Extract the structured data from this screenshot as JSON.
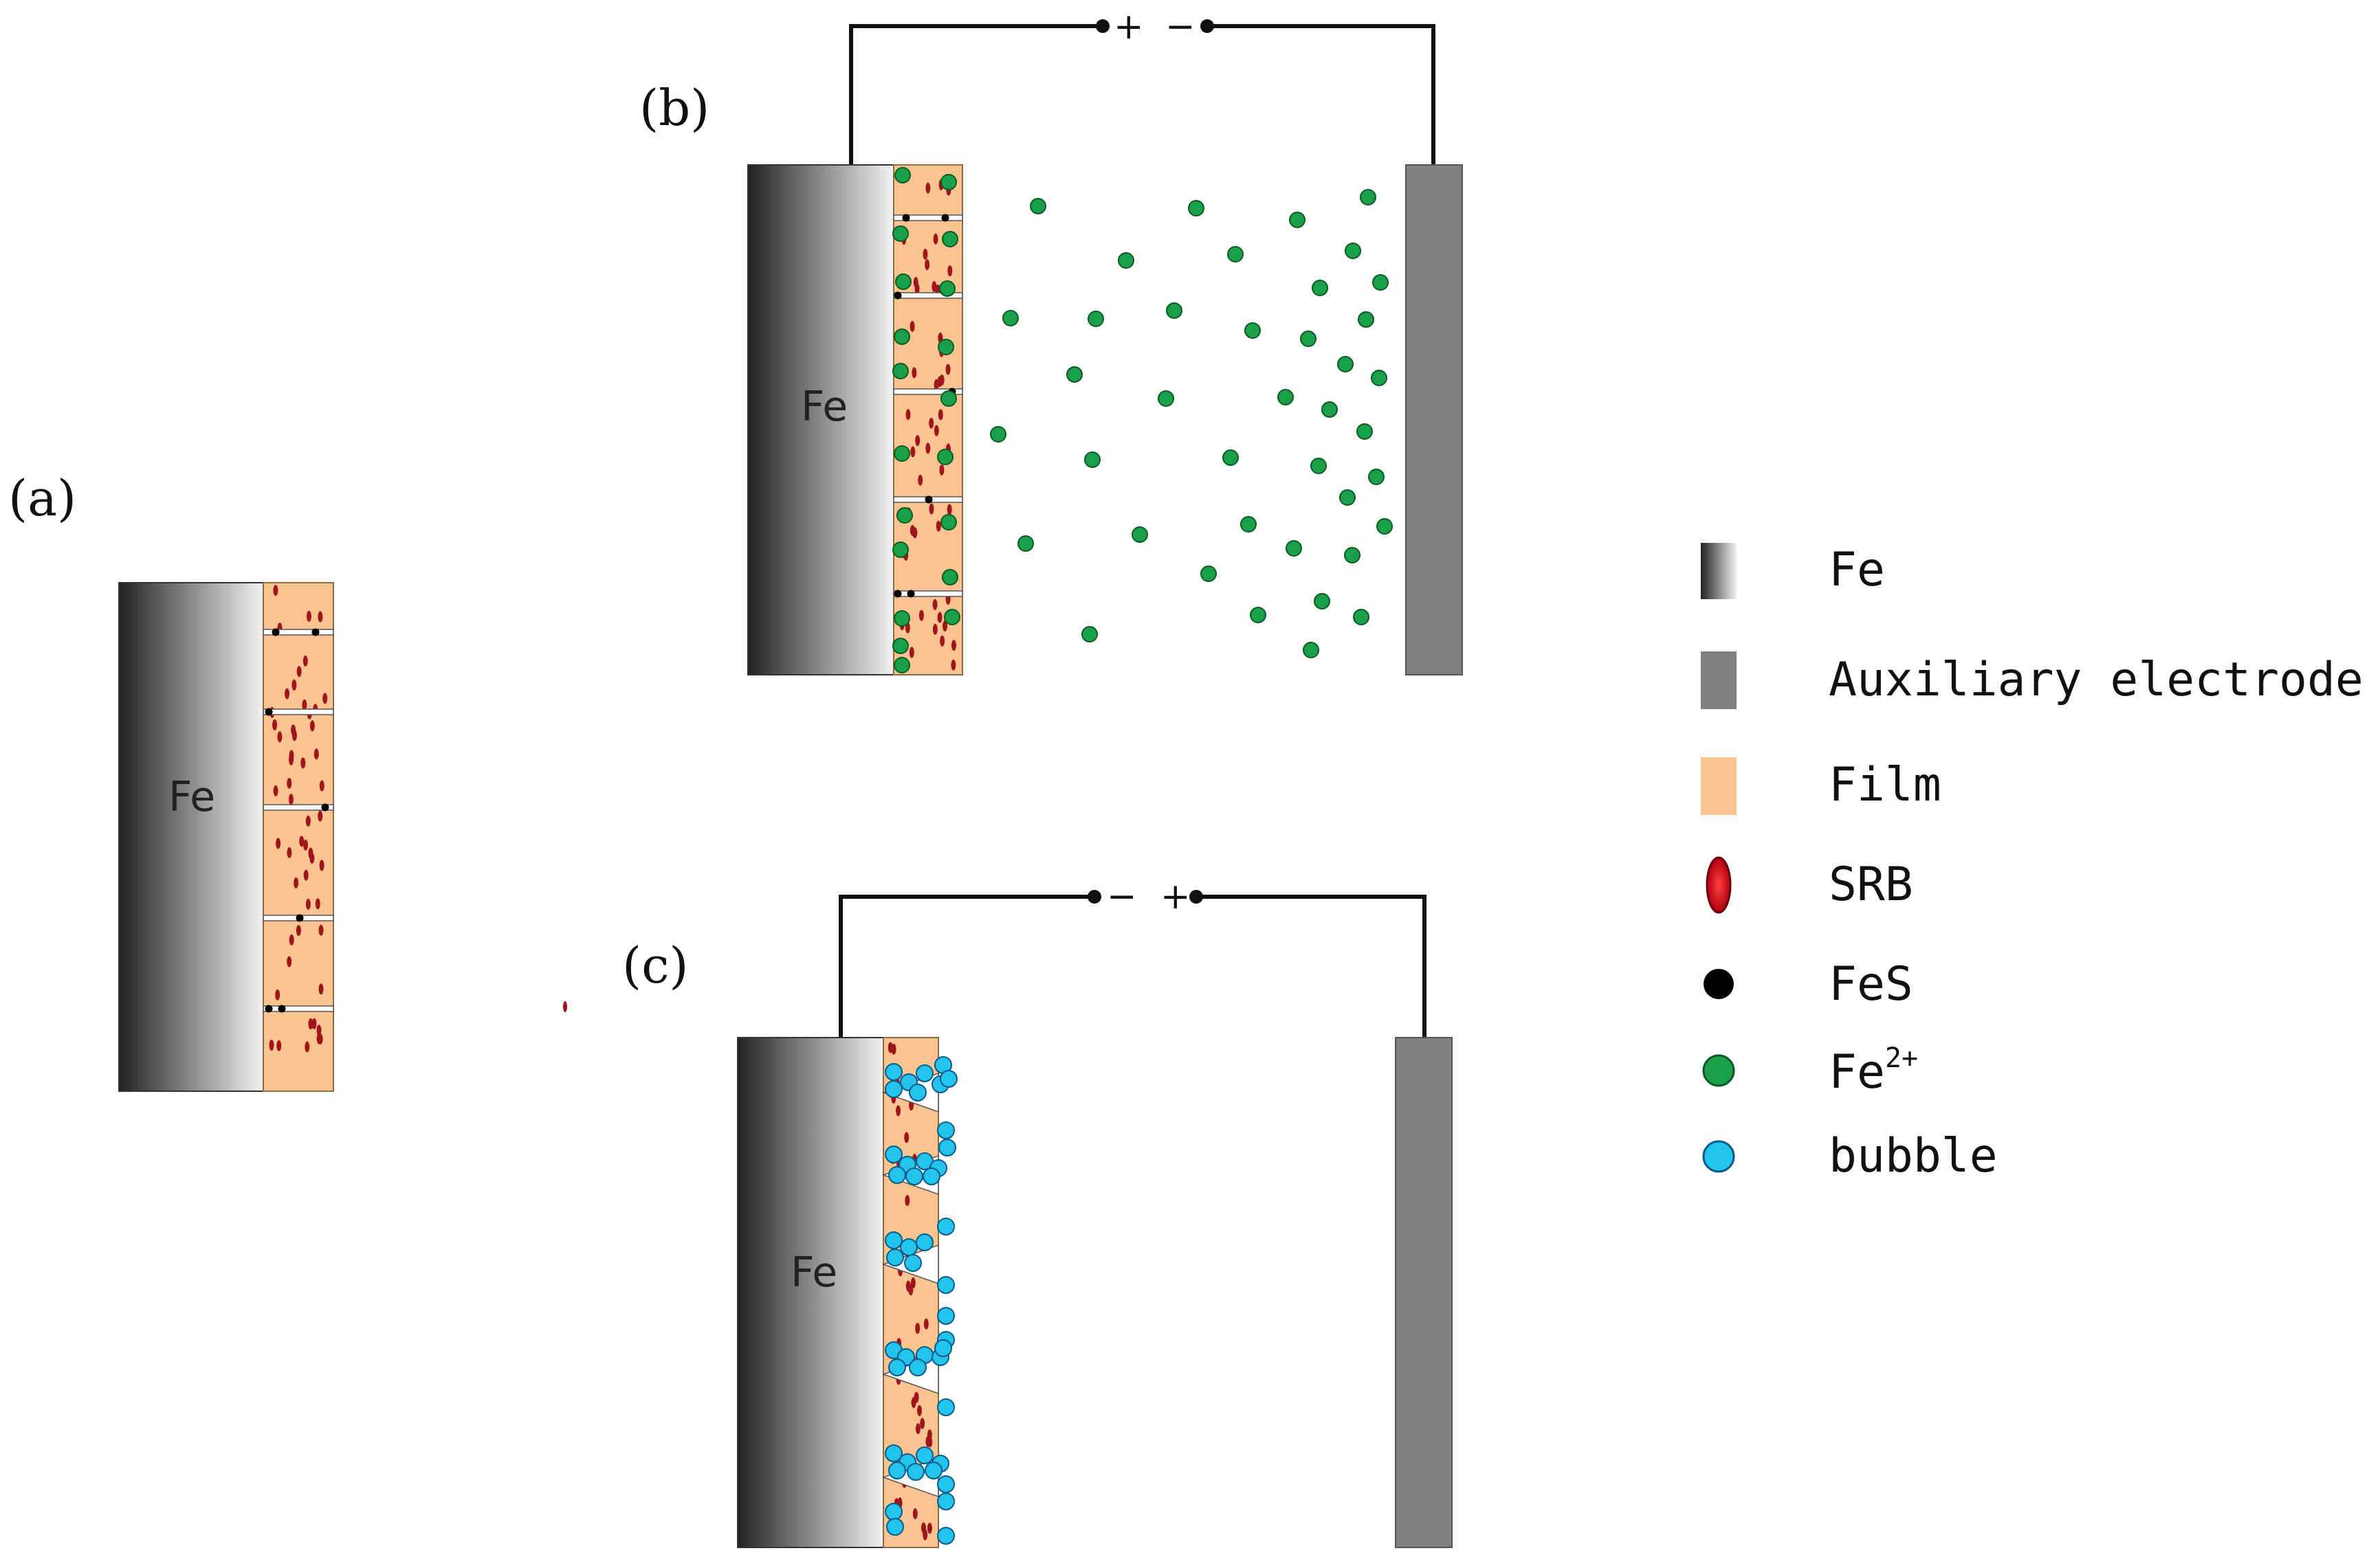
{
  "panels": {
    "a": {
      "label": "(a)",
      "metal": "Fe"
    },
    "b": {
      "label": "(b)",
      "metal": "Fe",
      "left_sign": "+",
      "right_sign": "−"
    },
    "c": {
      "label": "(c)",
      "metal": "Fe",
      "left_sign": "−",
      "right_sign": "+"
    }
  },
  "legend": {
    "items": [
      {
        "label": "Fe",
        "swatch": "fe-gradient",
        "icon": "fe-swatch-icon"
      },
      {
        "label": "Auxiliary electrode",
        "swatch": "#808080",
        "icon": "auxiliary-electrode-swatch-icon"
      },
      {
        "label": "Film",
        "swatch": "#f9c48f",
        "icon": "film-swatch-icon"
      },
      {
        "label": "SRB",
        "swatch": "#d4202a",
        "icon": "srb-icon"
      },
      {
        "label": "FeS",
        "swatch": "#000000",
        "icon": "fes-dot-icon"
      },
      {
        "label": "Fe",
        "sup": "2+",
        "swatch": "#1aa04a",
        "icon": "fe2-ion-icon"
      },
      {
        "label": "bubble",
        "swatch": "#22c4ee",
        "icon": "bubble-icon"
      }
    ]
  },
  "colors": {
    "film": "#f9c48f",
    "srb": "#a0141e",
    "fe2": "#1aa04a",
    "bubble": "#22c4ee",
    "aux": "#808080",
    "fes": "#000000"
  }
}
